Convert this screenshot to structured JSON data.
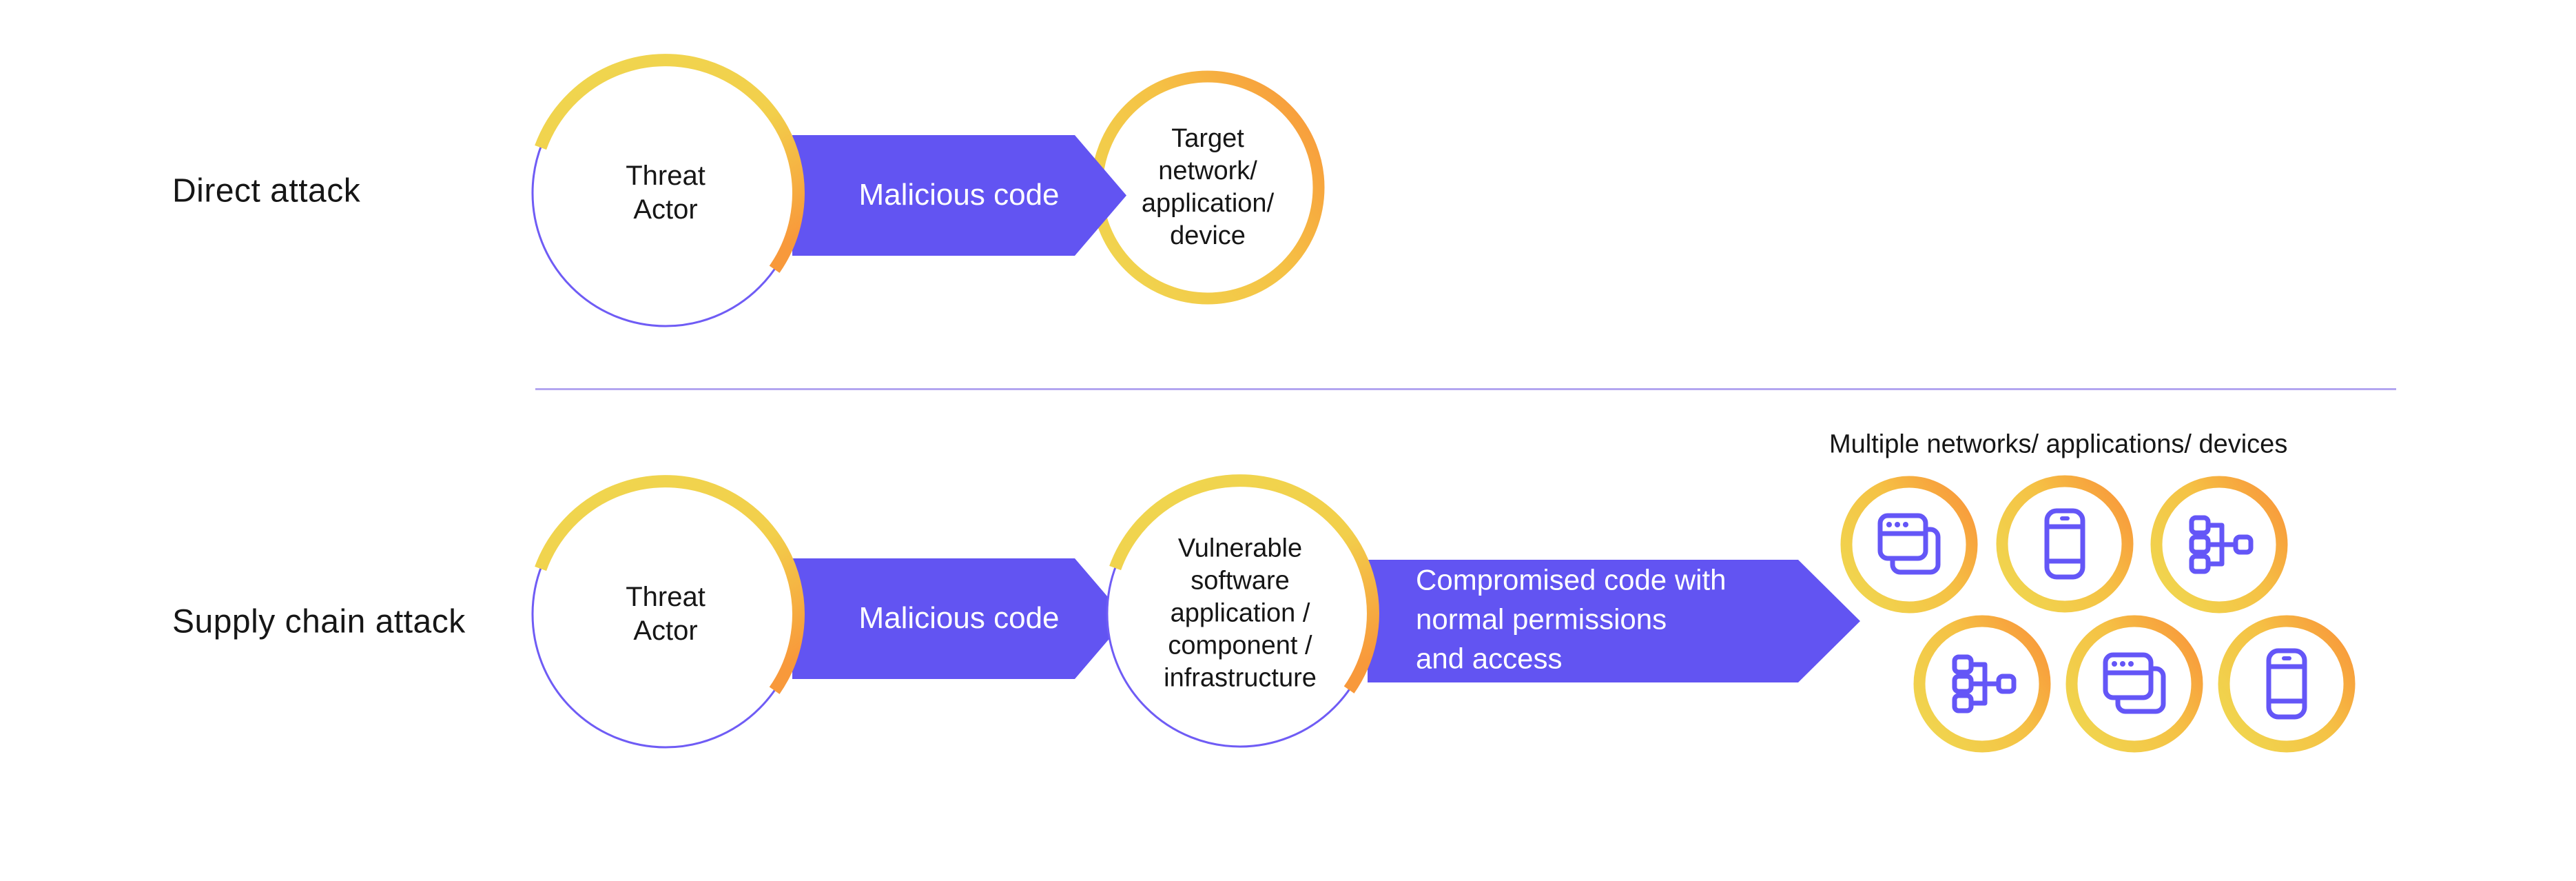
{
  "colors": {
    "arrow_purple": "#6254F2",
    "icon_indigo": "#6456F7",
    "circle_stroke_indigo": "#6F5CF5",
    "arc_yellow": "#F0D64F",
    "arc_orange": "#F8993B",
    "divider_lavender": "#B3A6F0",
    "text_ink": "#161616",
    "background": "#FFFFFF"
  },
  "direct_attack": {
    "row_label": "Direct attack",
    "threat_actor_circle": "Threat\nActor",
    "malicious_arrow_label": "Malicious code",
    "target_circle": "Target\nnetwork/\napplication/\ndevice"
  },
  "supply_chain_attack": {
    "row_label": "Supply chain attack",
    "threat_actor_circle": "Threat\nActor",
    "malicious_arrow_label": "Malicious code",
    "vulnerable_circle": "Vulnerable\nsoftware\napplication /\ncomponent /\ninfrastructure",
    "compromised_arrow_label": "Compromised code with\nnormal permissions\nand access",
    "targets_heading": "Multiple networks/ applications/ devices",
    "target_icons": [
      {
        "icon": "browser-windows-icon"
      },
      {
        "icon": "smartphone-icon"
      },
      {
        "icon": "sitemap-icon"
      },
      {
        "icon": "sitemap-icon"
      },
      {
        "icon": "browser-windows-icon"
      },
      {
        "icon": "smartphone-icon"
      }
    ]
  }
}
